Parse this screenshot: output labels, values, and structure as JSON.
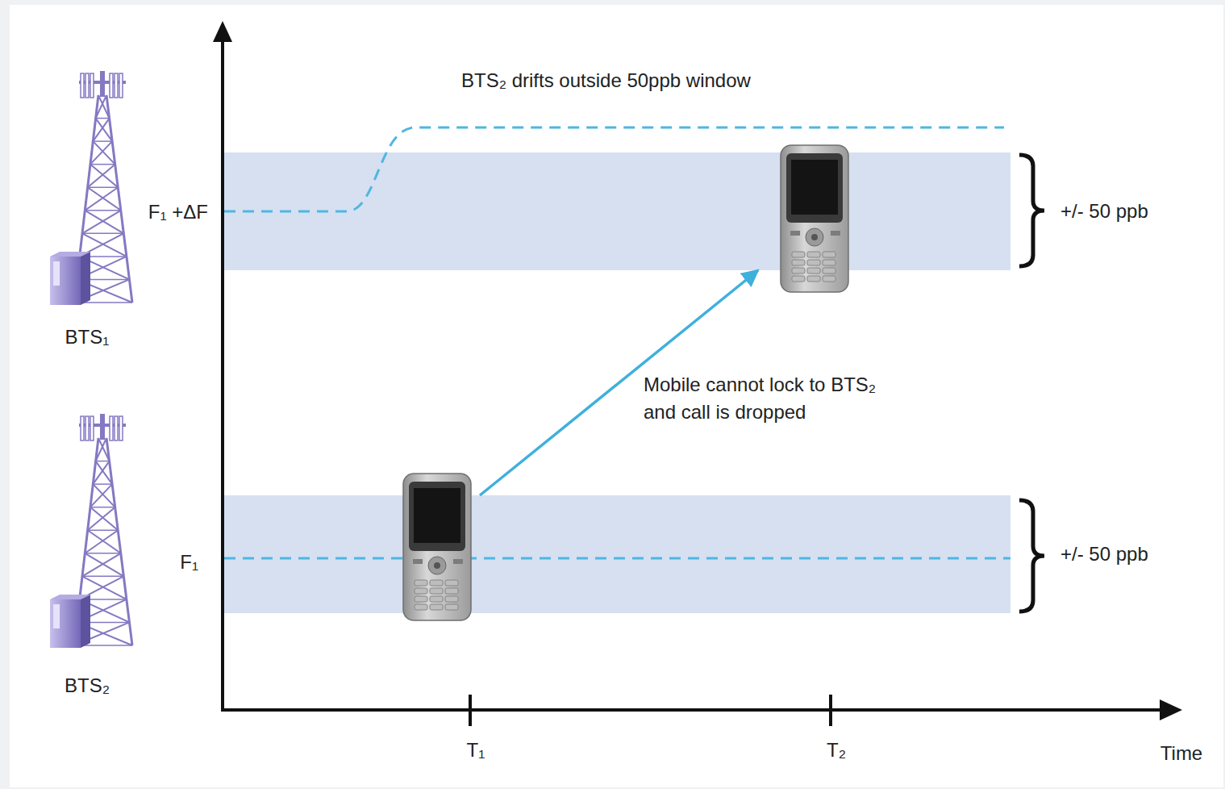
{
  "diagram": {
    "nodes": [
      {
        "text": [
          "+/- 50 ppb"
        ]
      },
      {
        "text": [
          "+/- 50 ppb"
        ]
      }
    ],
    "edges": [
      {
        "from": 1,
        "to": 0,
        "arrow": "to",
        "label": "Mobile cannot lock to BTS₂ and call is dropped"
      }
    ],
    "labels": [
      "BTS₂ drifts outside 50ppb window",
      "F₁ +ΔF",
      "F₁",
      "BTS₁",
      "BTS₂",
      "T₁",
      "T₂",
      "Time"
    ]
  }
}
